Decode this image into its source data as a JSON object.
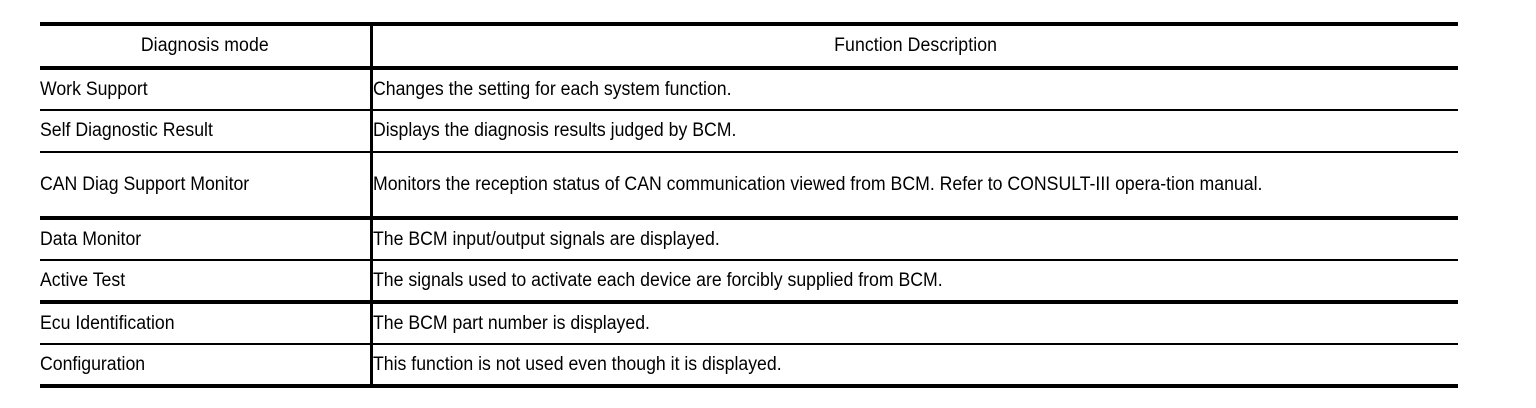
{
  "table": {
    "headers": {
      "mode": "Diagnosis mode",
      "description": "Function Description"
    },
    "rows": [
      {
        "mode": "Work Support",
        "description": "Changes the setting for each system function."
      },
      {
        "mode": "Self Diagnostic Result",
        "description": "Displays the diagnosis results judged by BCM."
      },
      {
        "mode": "CAN Diag Support Monitor",
        "description": "Monitors the reception status of CAN communication viewed from BCM. Refer to CONSULT-III opera-tion manual."
      },
      {
        "mode": "Data Monitor",
        "description": "The BCM input/output signals are displayed."
      },
      {
        "mode": "Active Test",
        "description": "The signals used to activate each device are forcibly supplied from BCM."
      },
      {
        "mode": "Ecu Identification",
        "description": "The BCM part number is displayed."
      },
      {
        "mode": "Configuration",
        "description": "This function is not used even though it is displayed."
      }
    ]
  }
}
